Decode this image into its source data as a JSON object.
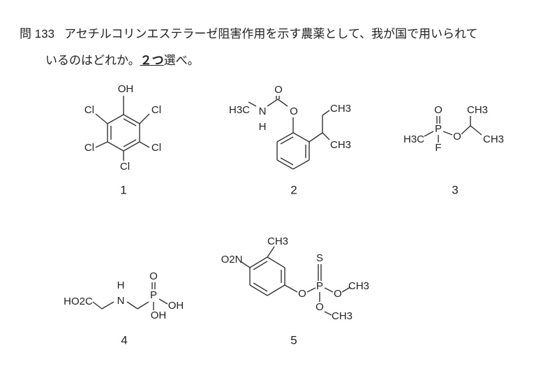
{
  "question": {
    "number": "問 133",
    "line1": "アセチルコリンエステラーゼ阻害作用を示す農薬として、我が国で用いられて",
    "line2_a": "いるのはどれか。",
    "line2_count": "２つ",
    "line2_b": "選べ。"
  },
  "structures": [
    {
      "label": "1",
      "atoms": {
        "oh": "OH",
        "cl1": "Cl",
        "cl2": "Cl",
        "cl3": "Cl",
        "cl4": "Cl",
        "cl5": "Cl"
      }
    },
    {
      "label": "2",
      "atoms": {
        "o1": "O",
        "h3c": "H3C",
        "n": "N",
        "h": "H",
        "o2": "O",
        "ch3a": "CH3",
        "ch3b": "CH3"
      }
    },
    {
      "label": "3",
      "atoms": {
        "o1": "O",
        "p": "P",
        "h3c": "H3C",
        "f": "F",
        "o2": "O",
        "ch3a": "CH3",
        "ch3b": "CH3"
      }
    },
    {
      "label": "4",
      "atoms": {
        "ho2c": "HO2C",
        "h": "H",
        "n": "N",
        "o": "O",
        "p": "P",
        "oh1": "OH",
        "oh2": "OH"
      }
    },
    {
      "label": "5",
      "atoms": {
        "o2n": "O2N",
        "ch3": "CH3",
        "o1": "O",
        "p": "P",
        "s": "S",
        "o2": "O",
        "ch3a": "CH3",
        "o3": "O",
        "ch3b": "CH3"
      }
    }
  ]
}
